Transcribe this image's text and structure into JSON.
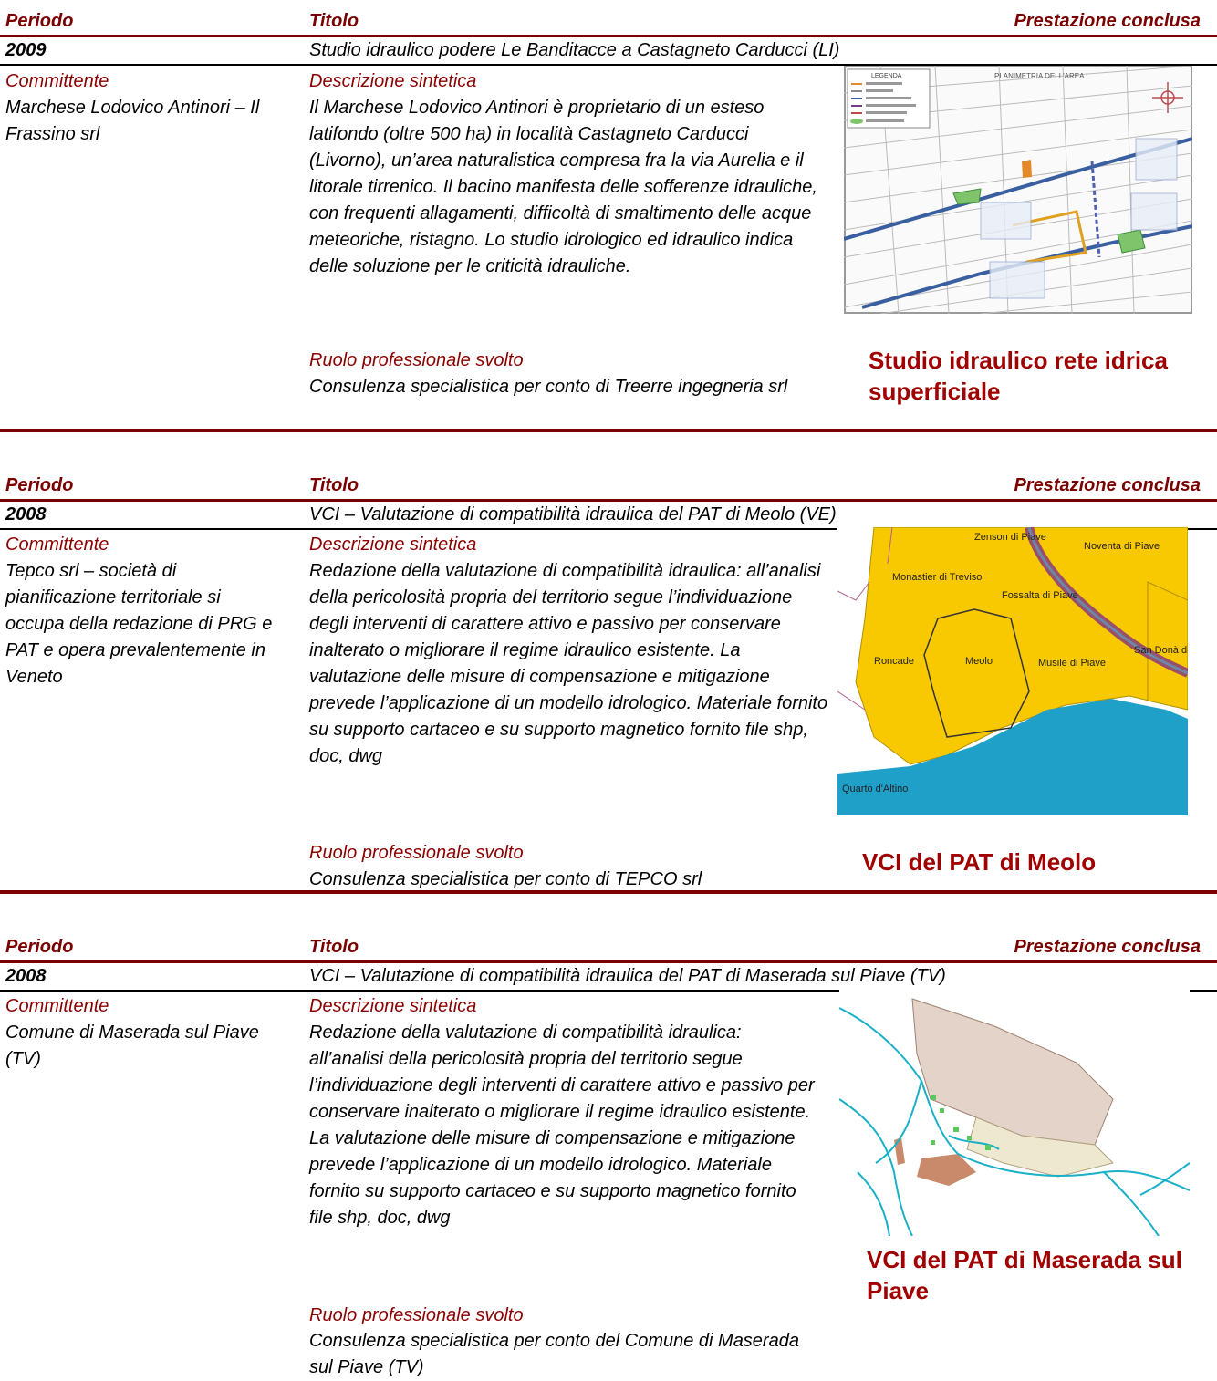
{
  "header": {
    "periodo": "Periodo",
    "titolo": "Titolo",
    "prestazione": "Prestazione conclusa"
  },
  "labels": {
    "committente": "Committente",
    "descrizione": "Descrizione sintetica",
    "ruolo": "Ruolo professionale svolto"
  },
  "projects": [
    {
      "year": "2009",
      "title": "Studio idraulico podere Le Banditacce a Castagneto Carducci (LI)",
      "client": "Marchese Lodovico Antinori – Il Frassino srl",
      "description": "Il Marchese Lodovico Antinori è proprietario di un esteso latifondo (oltre 500 ha) in località Castagneto Carducci (Livorno), un’area naturalistica compresa fra la via Aurelia e il litorale tirrenico. Il bacino manifesta delle sofferenze idrauliche, con frequenti allagamenti, difficoltà di smaltimento delle acque meteoriche, ristagno. Lo studio idrologico ed idraulico indica delle soluzione per le criticità idrauliche.",
      "role": "Consulenza specialistica per conto di Treerre ingegneria srl",
      "caption": "Studio idraulico rete idrica superficiale",
      "map_labels": {
        "legend_title": "LEGENDA",
        "map_title": "PLANIMETRIA DELL'AREA"
      }
    },
    {
      "year": "2008",
      "title": "VCI – Valutazione di compatibilità idraulica del PAT di Meolo (VE)",
      "client": "Tepco srl – società di pianificazione territoriale si occupa della redazione di PRG e PAT e opera prevalentemente in Veneto",
      "description": "Redazione della valutazione di compatibilità idraulica: all’analisi della pericolosità propria del territorio segue l’individuazione degli interventi di carattere attivo e passivo per conservare inalterato o migliorare il regime idraulico esistente. La valutazione delle misure di compensazione e mitigazione prevede l’applicazione di un modello idrologico. Materiale fornito su supporto cartaceo e su supporto magnetico fornito file shp, doc, dwg",
      "role": "Consulenza specialistica per conto di TEPCO srl",
      "caption": "VCI del PAT di Meolo",
      "map_labels": {
        "zenson": "Zenson di Piave",
        "noventa": "Noventa di Piave",
        "monastier": "Monastier di Treviso",
        "fossalta": "Fossalta di Piave",
        "sandona": "San Donà di",
        "roncade": "Roncade",
        "meolo": "Meolo",
        "musile": "Musile di Piave",
        "quarto": "Quarto d'Altino"
      }
    },
    {
      "year": "2008",
      "title": "VCI – Valutazione di compatibilità idraulica del PAT di Maserada sul Piave (TV)",
      "client": "Comune di Maserada sul Piave (TV)",
      "description": "Redazione della valutazione di compatibilità idraulica: all’analisi della pericolosità propria del territorio segue l’individuazione degli interventi di carattere attivo e passivo per conservare inalterato o migliorare il regime idraulico esistente. La valutazione delle misure di compensazione e mitigazione prevede l’applicazione di un modello idrologico. Materiale fornito su supporto cartaceo e su supporto magnetico fornito file shp, doc, dwg",
      "role": "Consulenza specialistica per conto del Comune di Maserada sul Piave (TV)",
      "caption": "VCI del PAT di Maserada sul Piave"
    }
  ]
}
